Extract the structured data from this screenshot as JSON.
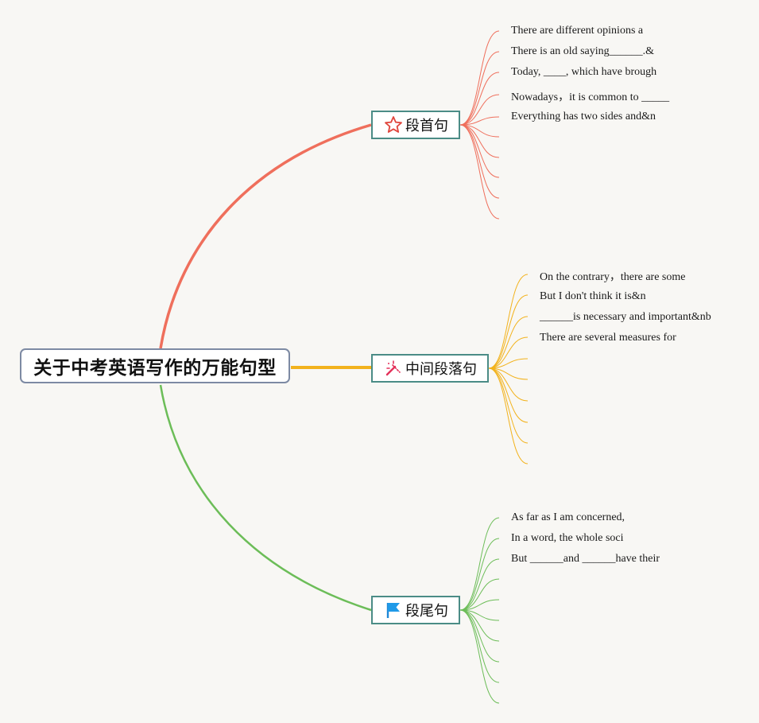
{
  "root": {
    "title": "关于中考英语写作的万能句型"
  },
  "colors": {
    "opening": "#ef6f5c",
    "middle": "#f2b21c",
    "closing": "#6cbd58",
    "node_border": "#4b8c86"
  },
  "branches": {
    "opening": {
      "label": "段首句",
      "icon": "star-icon",
      "leaves": [
        "There are different opinions a",
        "There is an old saying______.&",
        "Today, ____, which have brough",
        "Nowadays，it is common to _____",
        "Everything has two sides and&n"
      ]
    },
    "middle": {
      "label": "中间段落句",
      "icon": "magic-wand-icon",
      "leaves": [
        "On the contrary，there are some",
        "But I don't think it is&n",
        "______is necessary and important&nb",
        "There are several measures for"
      ]
    },
    "closing": {
      "label": "段尾句",
      "icon": "flag-icon",
      "leaves": [
        "As far as I am concerned,",
        "In a word, the whole soci",
        "But ______and ______have their"
      ]
    }
  }
}
